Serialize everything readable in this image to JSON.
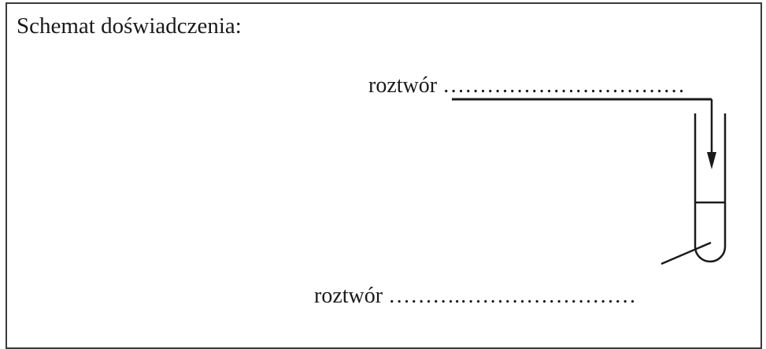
{
  "title": "Schemat doświadczenia:",
  "labels": {
    "top": "roztwór ……………………………",
    "bottom": "roztwór ……….……………………"
  }
}
